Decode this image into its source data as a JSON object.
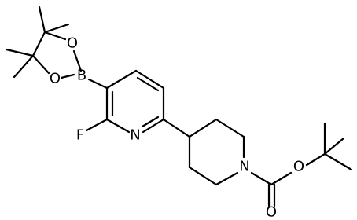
{
  "structure": {
    "atoms": {
      "F": "F",
      "N_pyridine": "N",
      "B": "B",
      "O_upper": "O",
      "O_lower": "O",
      "N_piperidine": "N",
      "O_ester": "O",
      "O_carbonyl": "O"
    }
  }
}
